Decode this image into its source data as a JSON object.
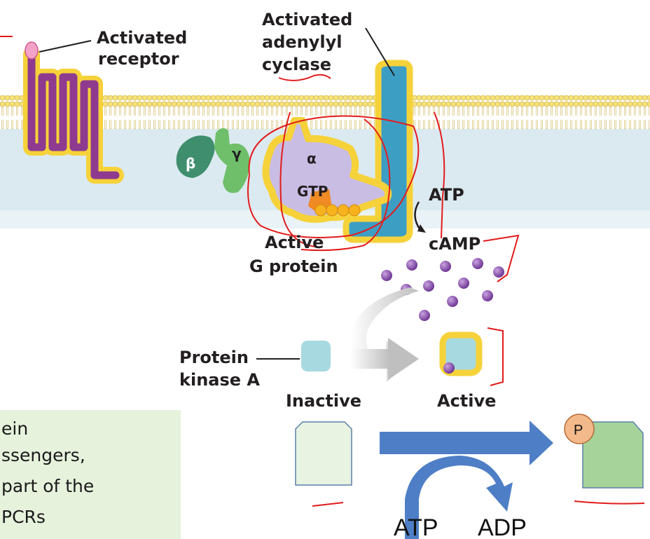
{
  "labels": {
    "activated_receptor": [
      "Activated",
      "receptor"
    ],
    "activated_adenylyl_cyclase": [
      "Activated",
      "adenylyl",
      "cyclase"
    ],
    "beta": "β",
    "gamma": "γ",
    "alpha": "α",
    "gtp": "GTP",
    "atp_top": "ATP",
    "camp": "cAMP",
    "active_g_protein": [
      "Active",
      "G protein"
    ],
    "protein_kinase_a": [
      "Protein",
      "kinase A"
    ],
    "inactive": "Inactive",
    "active": "Active",
    "phosphate": "P",
    "atp_bottom": "ATP",
    "adp": "ADP"
  },
  "note_lines": [
    "ein",
    "ssengers,",
    "part of the",
    "PCRs"
  ],
  "colors": {
    "membrane_head": "#f5e27a",
    "cytoplasm": "#dbeaf1",
    "receptor": "#8e3a8f",
    "receptor_outline": "#f6d23a",
    "adenylyl_cyclase": "#3d9ec4",
    "g_alpha": "#c9bde3",
    "g_beta": "#3f8f6f",
    "g_gamma": "#6fbf6a",
    "gtp": "#f08a24",
    "camp": "#7b3fa0",
    "kinase": "#a7d9e0",
    "process_arrow": "#4e7fc6",
    "substrate_inactive": "#e8f3e2",
    "substrate_active": "#a6d39a",
    "phosphate": "#f3b98a",
    "annotation": "#e21b1b",
    "note_box": "#e6f2dc"
  }
}
